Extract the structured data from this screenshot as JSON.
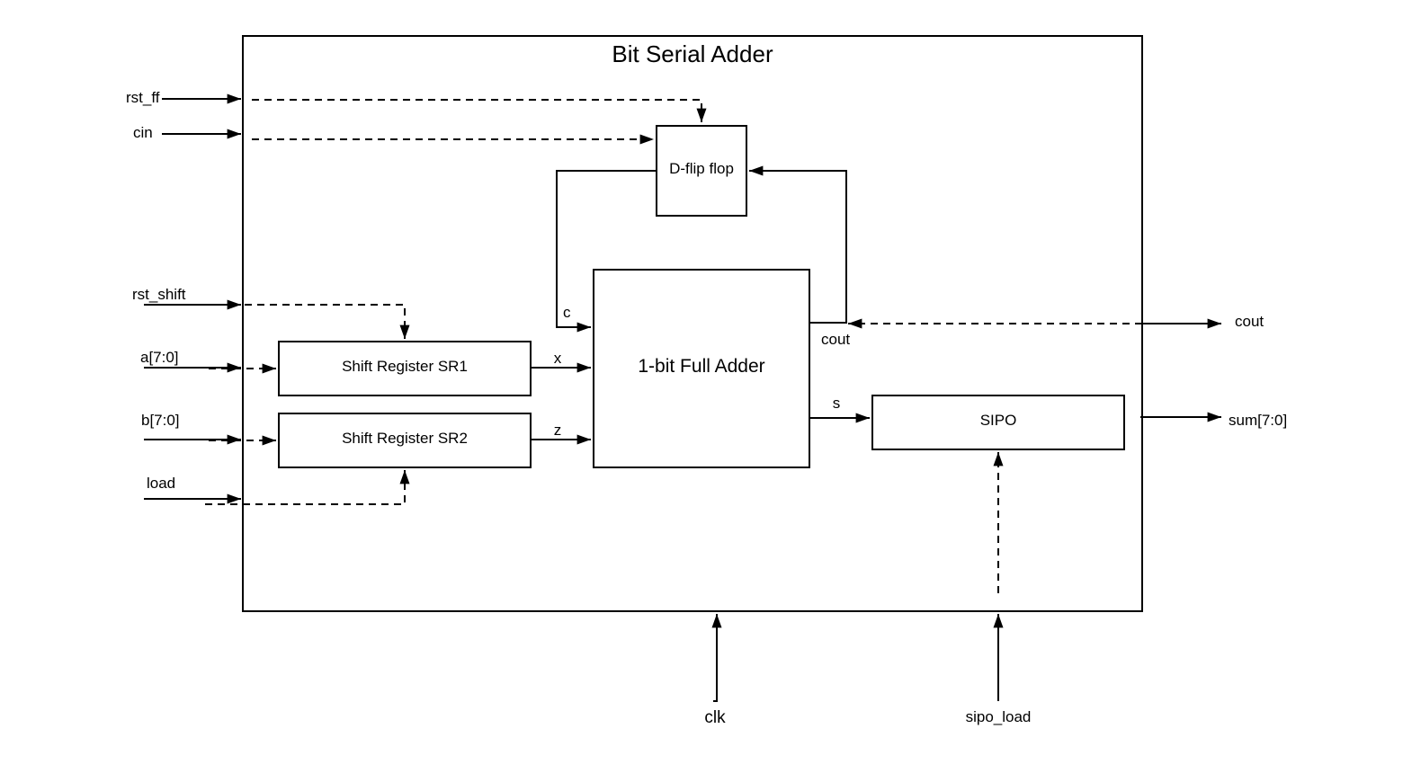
{
  "title": "Bit Serial Adder",
  "blocks": {
    "dff": "D-flip flop",
    "sr1": "Shift Register SR1",
    "sr2": "Shift Register SR2",
    "adder": "1-bit Full Adder",
    "sipo": "SIPO"
  },
  "inputs": {
    "rst_ff": "rst_ff",
    "cin": "cin",
    "rst_shift": "rst_shift",
    "a": "a[7:0]",
    "b": "b[7:0]",
    "load": "load",
    "clk": "clk",
    "sipo_load": "sipo_load"
  },
  "outputs": {
    "cout": "cout",
    "sum": "sum[7:0]"
  },
  "internal": {
    "c": "c",
    "x": "x",
    "z": "z",
    "s": "s",
    "cout": "cout"
  }
}
